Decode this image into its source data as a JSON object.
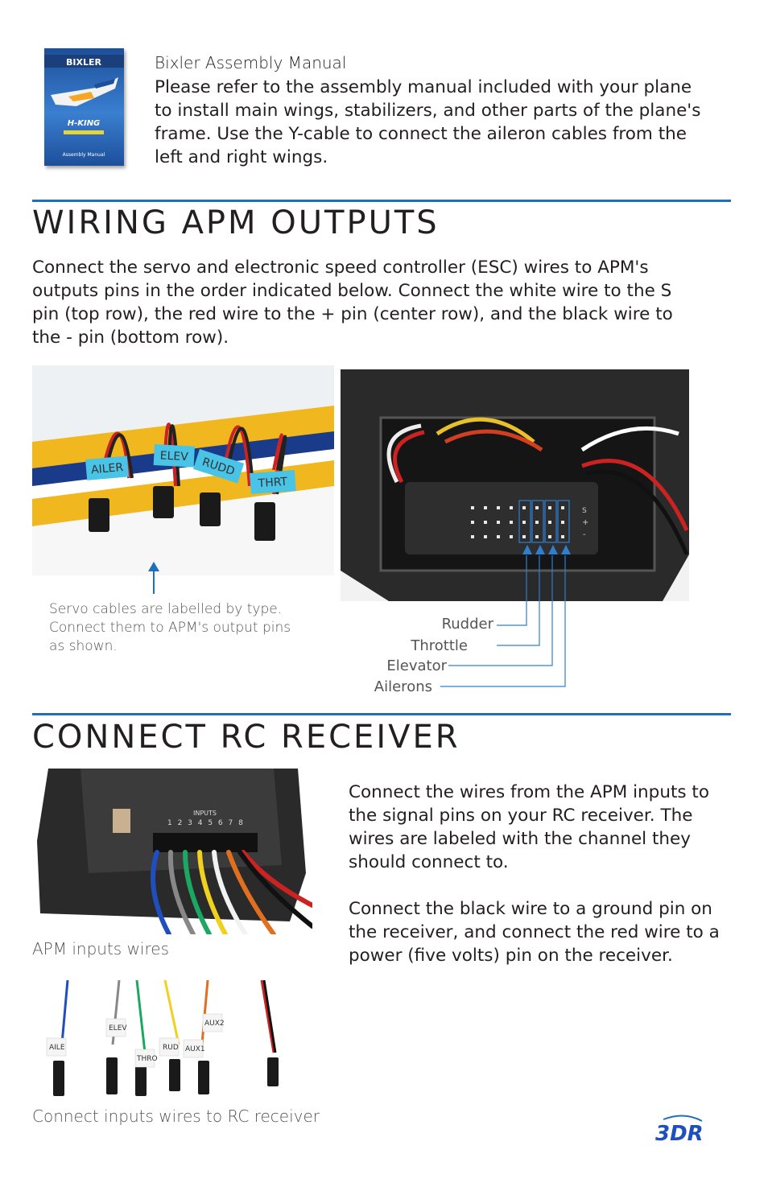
{
  "manual": {
    "title": "Bixler Assembly Manual",
    "body": "Please refer to the assembly manual included with your plane to install main wings, stabilizers, and other parts of the plane's frame. Use the Y-cable to connect the aileron cables from the left and right wings.",
    "cover_brand": "BIXLER",
    "cover_maker": "H-KING",
    "cover_caption": "Assembly Manual"
  },
  "wiring": {
    "heading": "WIRING APM OUTPUTS",
    "body": "Connect the servo and electronic speed controller (ESC) wires to APM's outputs pins in the order indicated below. Connect the white wire to the S pin (top row), the red wire to the + pin (center row), and the black wire to the - pin (bottom row).",
    "servo_tags": [
      "AILER",
      "ELEV",
      "RUDD",
      "THRT"
    ],
    "servo_caption": "Servo cables are labelled by type. Connect them to APM's output pins as shown.",
    "pin_marks": [
      "S",
      "+",
      "-"
    ],
    "callouts": [
      "Rudder",
      "Throttle",
      "Elevator",
      "Ailerons"
    ]
  },
  "receiver": {
    "heading": "CONNECT RC RECEIVER",
    "body1": "Connect the wires from the APM inputs to the signal pins on your RC receiver. The wires are labeled with the channel they should connect to.",
    "body2": "Connect the black wire to a ground pin on the receiver, and connect the red wire to a power (five volts) pin on the receiver.",
    "inputs_caption": "APM inputs wires",
    "connect_caption": "Connect inputs wires to RC receiver",
    "board_label": "INPUTS",
    "board_numbers": "1 2 3 4 5 6 7 8",
    "wire_tags": [
      "AILE",
      "ELEV",
      "THRO",
      "RUD",
      "AUX1",
      "AUX2"
    ]
  },
  "footer": {
    "logo": "3DR"
  },
  "colors": {
    "accent": "#1f70b8",
    "text": "#231f20"
  }
}
